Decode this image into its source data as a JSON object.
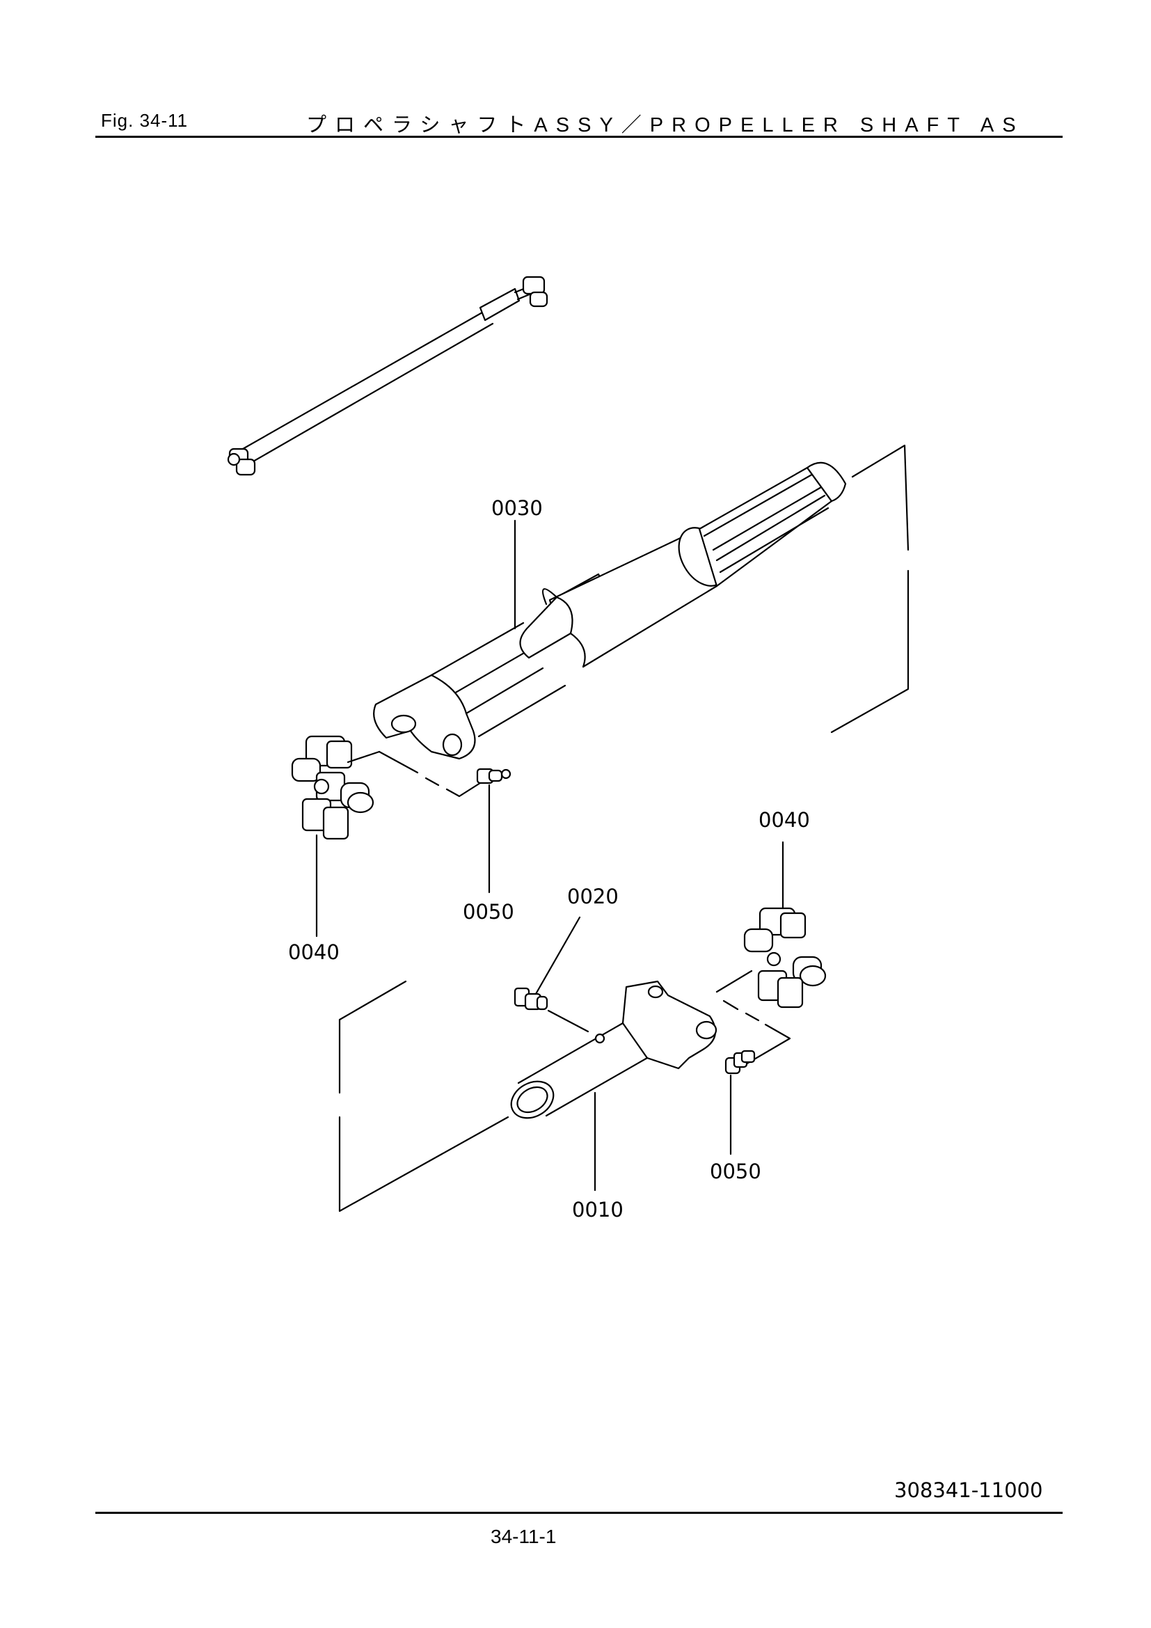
{
  "header": {
    "figure_label": "Fig. 34-11",
    "title": "プロペラシャフトASSY／PROPELLER SHAFT AS"
  },
  "callouts": {
    "part_0030": "0030",
    "part_0040_left": "0040",
    "part_0050_left": "0050",
    "part_0020": "0020",
    "part_0040_right": "0040",
    "part_0050_right": "0050",
    "part_0010": "0010"
  },
  "footer": {
    "drawing_number": "308341-11000",
    "page_number": "34-11-1"
  }
}
